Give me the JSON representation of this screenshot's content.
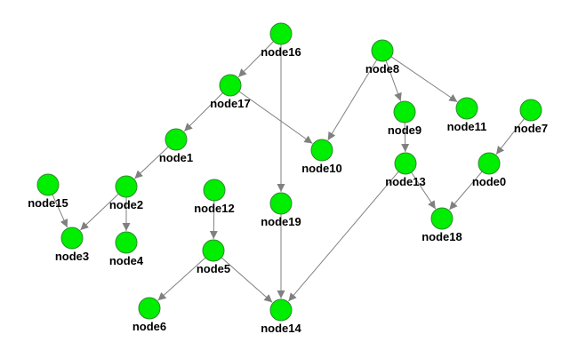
{
  "graph": {
    "colors": {
      "node_fill": "#00ee00",
      "node_stroke": "#2e8b2e",
      "edge": "#808080"
    },
    "nodes": [
      {
        "id": "node16",
        "label": "node16"
      },
      {
        "id": "node17",
        "label": "node17"
      },
      {
        "id": "node1",
        "label": "node1"
      },
      {
        "id": "node2",
        "label": "node2"
      },
      {
        "id": "node15",
        "label": "node15"
      },
      {
        "id": "node3",
        "label": "node3"
      },
      {
        "id": "node4",
        "label": "node4"
      },
      {
        "id": "node12",
        "label": "node12"
      },
      {
        "id": "node5",
        "label": "node5"
      },
      {
        "id": "node6",
        "label": "node6"
      },
      {
        "id": "node19",
        "label": "node19"
      },
      {
        "id": "node14",
        "label": "node14"
      },
      {
        "id": "node10",
        "label": "node10"
      },
      {
        "id": "node8",
        "label": "node8"
      },
      {
        "id": "node9",
        "label": "node9"
      },
      {
        "id": "node11",
        "label": "node11"
      },
      {
        "id": "node13",
        "label": "node13"
      },
      {
        "id": "node18",
        "label": "node18"
      },
      {
        "id": "node7",
        "label": "node7"
      },
      {
        "id": "node0",
        "label": "node0"
      }
    ],
    "edges": [
      {
        "from": "node16",
        "to": "node17"
      },
      {
        "from": "node16",
        "to": "node19"
      },
      {
        "from": "node17",
        "to": "node1"
      },
      {
        "from": "node17",
        "to": "node10"
      },
      {
        "from": "node1",
        "to": "node2"
      },
      {
        "from": "node2",
        "to": "node3"
      },
      {
        "from": "node2",
        "to": "node4"
      },
      {
        "from": "node15",
        "to": "node3"
      },
      {
        "from": "node12",
        "to": "node5"
      },
      {
        "from": "node5",
        "to": "node6"
      },
      {
        "from": "node5",
        "to": "node14"
      },
      {
        "from": "node19",
        "to": "node14"
      },
      {
        "from": "node13",
        "to": "node14"
      },
      {
        "from": "node8",
        "to": "node10"
      },
      {
        "from": "node8",
        "to": "node9"
      },
      {
        "from": "node8",
        "to": "node11"
      },
      {
        "from": "node9",
        "to": "node13"
      },
      {
        "from": "node13",
        "to": "node18"
      },
      {
        "from": "node7",
        "to": "node0"
      },
      {
        "from": "node0",
        "to": "node18"
      }
    ]
  }
}
